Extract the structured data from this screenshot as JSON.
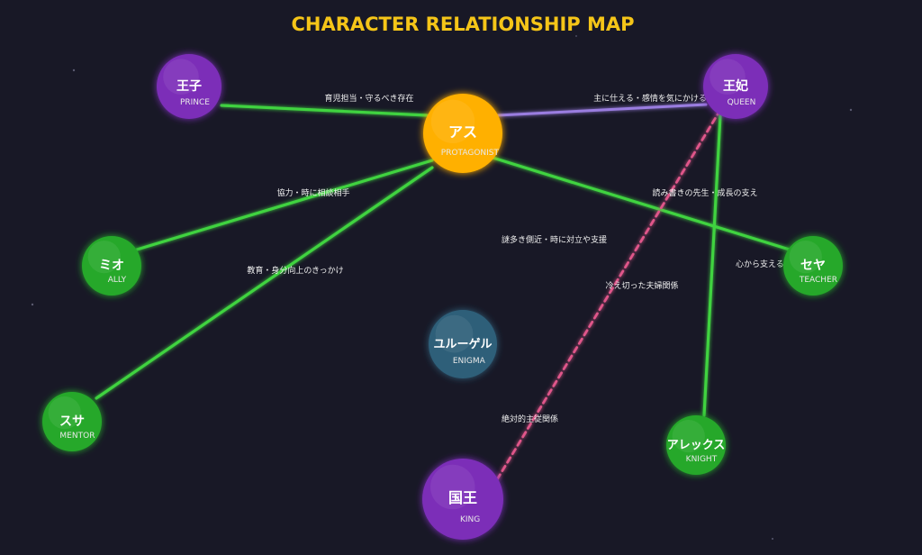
{
  "title": "CHARACTER RELATIONSHIP MAP",
  "colors": {
    "background": "#181826",
    "title": "#f5c518",
    "green_link": "#3fd33f",
    "orange_link": "#f28a2e",
    "purple_link": "#9a7de0",
    "pink_link": "#e0568a"
  },
  "nodes": [
    {
      "id": "asu",
      "name": "アス",
      "role": "PROTAGONIST",
      "color": "#ffb000"
    },
    {
      "id": "prince",
      "name": "王子",
      "role": "PRINCE",
      "color": "#7b2fb8"
    },
    {
      "id": "queen",
      "name": "王妃",
      "role": "QUEEN",
      "color": "#7b2fb8"
    },
    {
      "id": "mio",
      "name": "ミオ",
      "role": "ALLY",
      "color": "#25a82a"
    },
    {
      "id": "seya",
      "name": "セヤ",
      "role": "TEACHER",
      "color": "#25a82a"
    },
    {
      "id": "yurugel",
      "name": "ユルーゲル",
      "role": "ENIGMA",
      "color": "#2f5f79"
    },
    {
      "id": "susa",
      "name": "スサ",
      "role": "MENTOR",
      "color": "#25a82a"
    },
    {
      "id": "alex",
      "name": "アレックス",
      "role": "KNIGHT",
      "color": "#25a82a"
    },
    {
      "id": "king",
      "name": "国王",
      "role": "KING",
      "color": "#7b2fb8"
    }
  ],
  "links": [
    {
      "from": "prince",
      "to": "asu",
      "label": "育児担当・守るべき存在",
      "style": "green"
    },
    {
      "from": "asu",
      "to": "queen",
      "label": "主に仕える・感情を気にかける",
      "style": "purple"
    },
    {
      "from": "mio",
      "to": "asu",
      "label": "協力・時に相談相手",
      "style": "green"
    },
    {
      "from": "asu",
      "to": "seya",
      "label": "読み書きの先生・成長の支え",
      "style": "green"
    },
    {
      "from": "susa",
      "to": "asu",
      "label": "教育・身分向上のきっかけ",
      "style": "green"
    },
    {
      "from": "asu",
      "to": "yurugel",
      "label": "謎多き側近・時に対立や支援",
      "style": "orange"
    },
    {
      "from": "yurugel",
      "to": "king",
      "label": "絶対的主従関係",
      "style": "orange"
    },
    {
      "from": "queen",
      "to": "king",
      "label": "冷え切った夫婦関係",
      "style": "pink"
    },
    {
      "from": "queen",
      "to": "alex",
      "label": "心から支える騎士",
      "style": "green"
    }
  ]
}
